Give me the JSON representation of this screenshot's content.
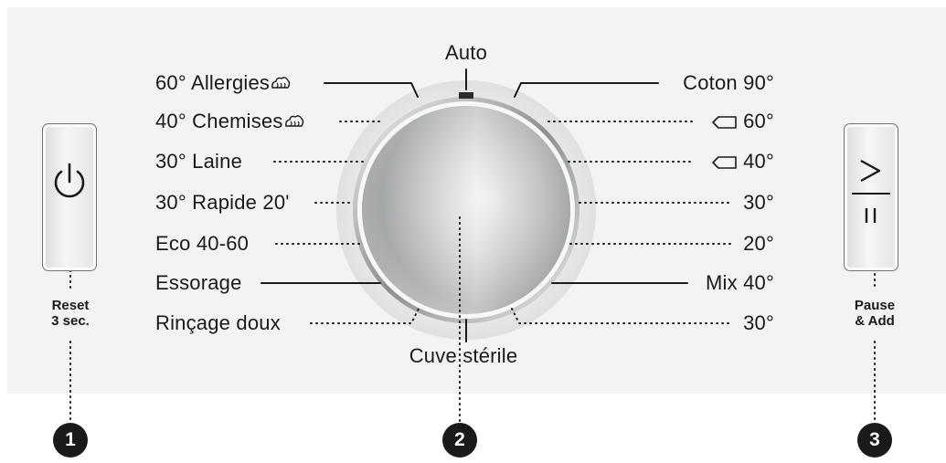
{
  "programs_left": [
    {
      "label": "60° Allergies",
      "icon": "steam-icon"
    },
    {
      "label": "40° Chemises",
      "icon": "steam-icon"
    },
    {
      "label": "30° Laine"
    },
    {
      "label": "30° Rapide 20'"
    },
    {
      "label": "Eco 40-60"
    },
    {
      "label": "Essorage"
    },
    {
      "label": "Rinçage doux"
    }
  ],
  "programs_right": [
    {
      "label": "Coton 90°"
    },
    {
      "label": "60°",
      "icon": "prewash-icon"
    },
    {
      "label": "40°",
      "icon": "prewash-icon"
    },
    {
      "label": "30°"
    },
    {
      "label": "20°"
    },
    {
      "label": "Mix 40°"
    },
    {
      "label": "30°"
    }
  ],
  "program_top": "Auto",
  "program_bottom": "Cuve stérile",
  "power_button": {
    "label_line1": "Reset",
    "label_line2": "3 sec.",
    "icon": "power-icon",
    "callout": "1"
  },
  "dial": {
    "callout": "2"
  },
  "start_button": {
    "label_line1": "Pause",
    "label_line2": "& Add",
    "icon": "start-pause-icon",
    "callout": "3"
  },
  "colors": {
    "panel": "#f2f3f3",
    "text": "#1a1a1a",
    "badge": "#1a1a1a",
    "dial_ring": "#e4e5e6"
  }
}
